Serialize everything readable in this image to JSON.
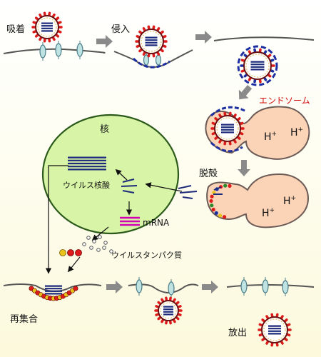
{
  "labels": {
    "adsorption": "吸着",
    "entry": "侵入",
    "endosome": "エンドソーム",
    "nucleus": "核",
    "uncoating": "脱殻",
    "viral_nucleic_acid": "ウイルス核酸",
    "mrna": "mRNA",
    "viral_protein": "ウイルスタンパク質",
    "reassembly": "再集合",
    "release": "放出",
    "proton": "H",
    "proton_sup": "+"
  },
  "colors": {
    "background_top": "#ffffff",
    "background_bottom": "#fdfbe0",
    "membrane": "#555555",
    "receptor_fill": "#bfe3e3",
    "receptor_stroke": "#4a7d88",
    "genome": "#1b2a7a",
    "capsid_ring": "#6b1010",
    "spike_red": "#dd1b1b",
    "spike_blue": "#1d2fa0",
    "endosome_fill": "#fbd3b6",
    "endosome_stroke": "#6b5a55",
    "nucleus_fill": "#d8f4a7",
    "nucleus_stroke": "#2c5a1a",
    "mrna": "#d100b2",
    "arrow_gray": "#8a8a8a",
    "endosome_label": "#d11111"
  }
}
